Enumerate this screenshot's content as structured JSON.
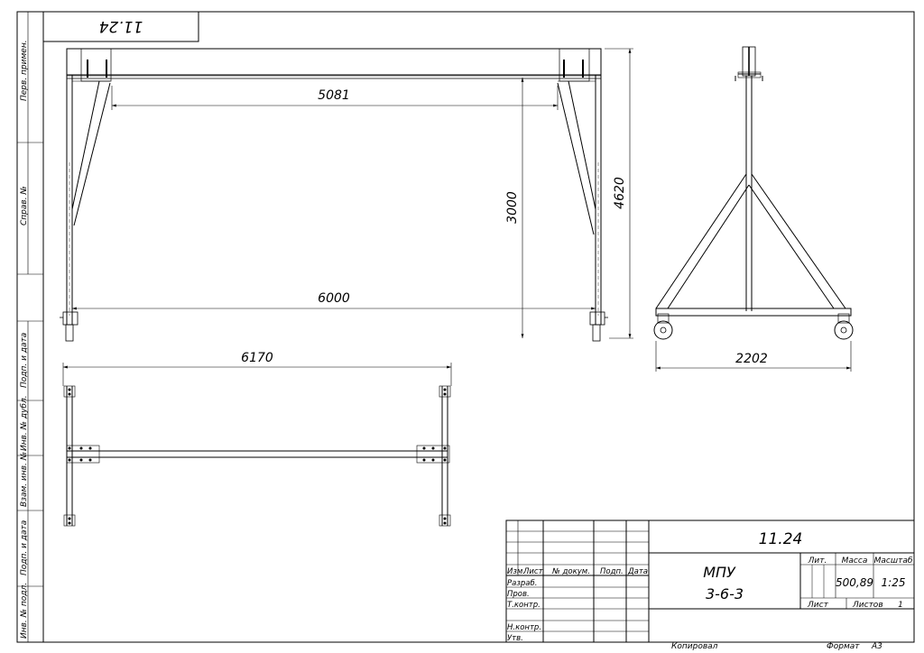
{
  "sheet": {
    "top_stamp": "11.24",
    "side_labels": [
      "Перв. примен.",
      "Справ. №",
      "Подп. и дата",
      "Инв. № дубл.",
      "Взам. инв. №",
      "Подп. и дата",
      "Инв. № подл."
    ]
  },
  "dimensions": {
    "span_inner": "5081",
    "height_beam": "3000",
    "height_total": "4620",
    "wheelbase": "6000",
    "top_length": "6170",
    "base_width": "2202"
  },
  "title_block": {
    "designation": "11.24",
    "name_line1": "МПУ",
    "name_line2": "3-6-3",
    "col_izm": "Изм.",
    "col_list": "Лист",
    "col_docnum": "№ докум.",
    "col_podp": "Подп.",
    "col_data": "Дата",
    "row_razrab": "Разраб.",
    "row_prov": "Пров.",
    "row_tkontr": "Т.контр.",
    "row_nkontr": "Н.контр.",
    "row_utv": "Утв.",
    "lit_label": "Лит.",
    "mass_label": "Масса",
    "scale_label": "Масштаб",
    "mass_value": "500,89",
    "scale_value": "1:25",
    "sheet_label": "Лист",
    "sheets_label": "Листов",
    "sheets_value": "1"
  },
  "footer": {
    "copied": "Копировал",
    "format": "Формат",
    "format_value": "А3"
  }
}
